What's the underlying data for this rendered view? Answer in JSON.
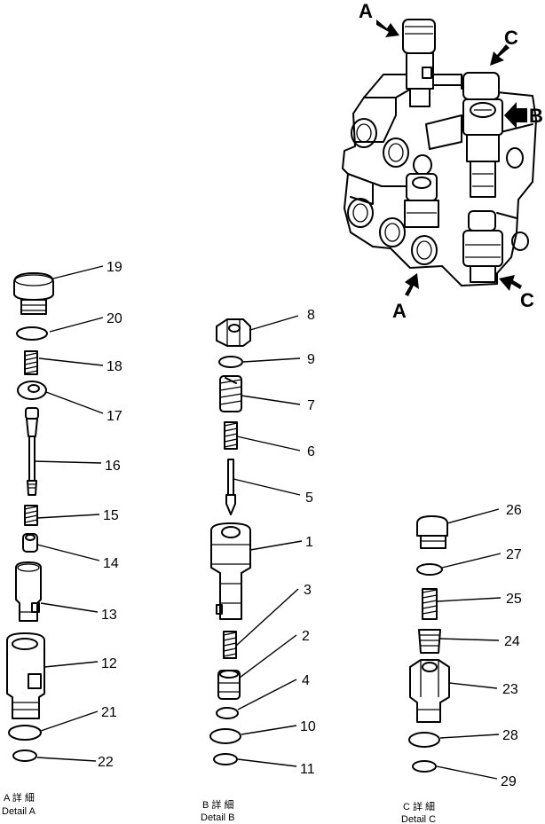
{
  "callouts": [
    {
      "id": "19",
      "label": "19"
    },
    {
      "id": "20",
      "label": "20"
    },
    {
      "id": "18",
      "label": "18"
    },
    {
      "id": "17",
      "label": "17"
    },
    {
      "id": "16",
      "label": "16"
    },
    {
      "id": "15",
      "label": "15"
    },
    {
      "id": "14",
      "label": "14"
    },
    {
      "id": "13",
      "label": "13"
    },
    {
      "id": "12",
      "label": "12"
    },
    {
      "id": "21",
      "label": "21"
    },
    {
      "id": "22",
      "label": "22"
    },
    {
      "id": "8",
      "label": "8"
    },
    {
      "id": "9",
      "label": "9"
    },
    {
      "id": "7",
      "label": "7"
    },
    {
      "id": "6",
      "label": "6"
    },
    {
      "id": "5",
      "label": "5"
    },
    {
      "id": "1",
      "label": "1"
    },
    {
      "id": "3",
      "label": "3"
    },
    {
      "id": "2",
      "label": "2"
    },
    {
      "id": "4",
      "label": "4"
    },
    {
      "id": "10",
      "label": "10"
    },
    {
      "id": "11",
      "label": "11"
    },
    {
      "id": "26",
      "label": "26"
    },
    {
      "id": "27",
      "label": "27"
    },
    {
      "id": "25",
      "label": "25"
    },
    {
      "id": "24",
      "label": "24"
    },
    {
      "id": "23",
      "label": "23"
    },
    {
      "id": "28",
      "label": "28"
    },
    {
      "id": "29",
      "label": "29"
    }
  ],
  "view_markers": [
    {
      "id": "a_top",
      "label": "A"
    },
    {
      "id": "c_top",
      "label": "C"
    },
    {
      "id": "b_right",
      "label": "B"
    },
    {
      "id": "a_bottom",
      "label": "A"
    },
    {
      "id": "c_bottom",
      "label": "C"
    }
  ],
  "details": [
    {
      "id": "a",
      "jp": "A 詳 細",
      "en": "Detail A"
    },
    {
      "id": "b",
      "jp": "B 詳 細",
      "en": "Detail B"
    },
    {
      "id": "c",
      "jp": "C 詳 細",
      "en": "Detail C"
    }
  ]
}
